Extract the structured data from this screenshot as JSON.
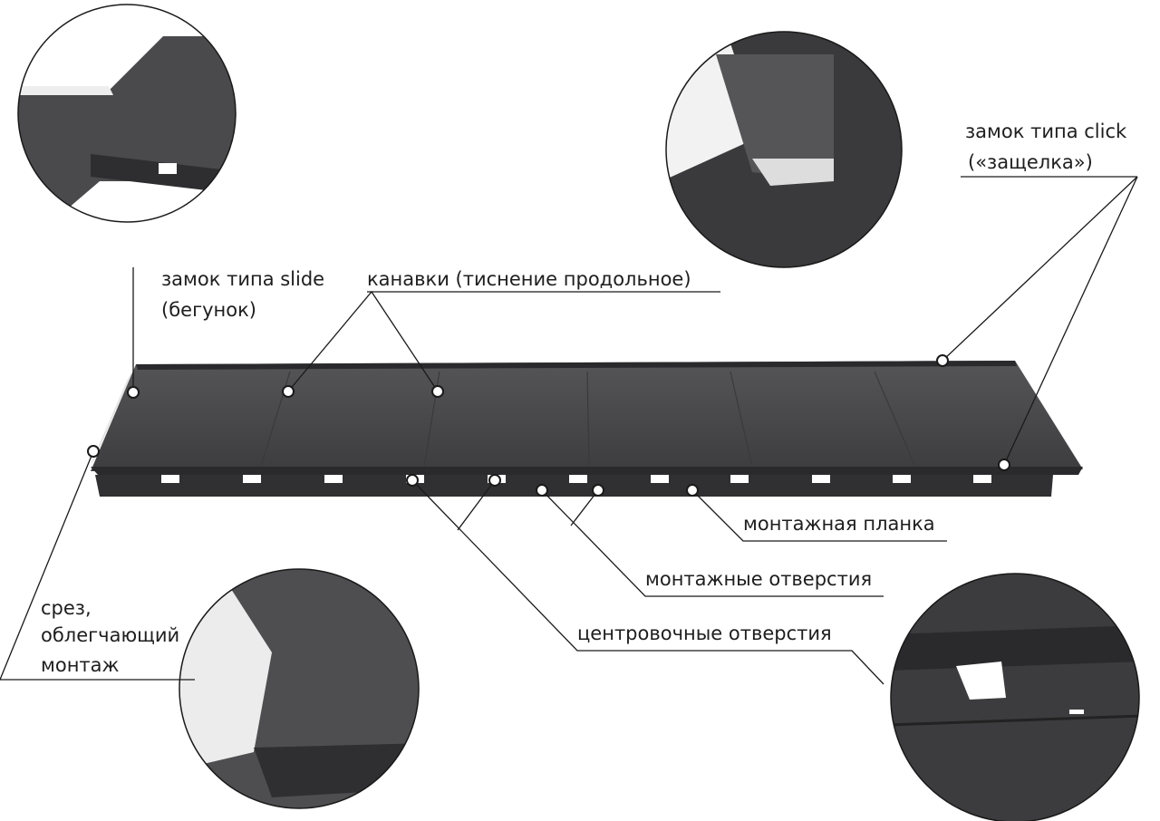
{
  "labels": {
    "slide_lock_line1": "замок типа slide",
    "slide_lock_line2": "(бегунок)",
    "grooves": "канавки (тиснение продольное)",
    "click_lock_line1": "замок типа click",
    "click_lock_line2": "(«защелка»)",
    "mounting_strip": "монтажная планка",
    "mounting_holes": "монтажные отверстия",
    "centering_holes": "центровочные отверстия",
    "cut_line1": "срез,",
    "cut_line2": "облегчающий",
    "cut_line3": "монтаж"
  },
  "colors": {
    "panel": "#4a4a4c",
    "panel_dark": "#2c2c2e",
    "edge_light": "#e8e8e8"
  }
}
